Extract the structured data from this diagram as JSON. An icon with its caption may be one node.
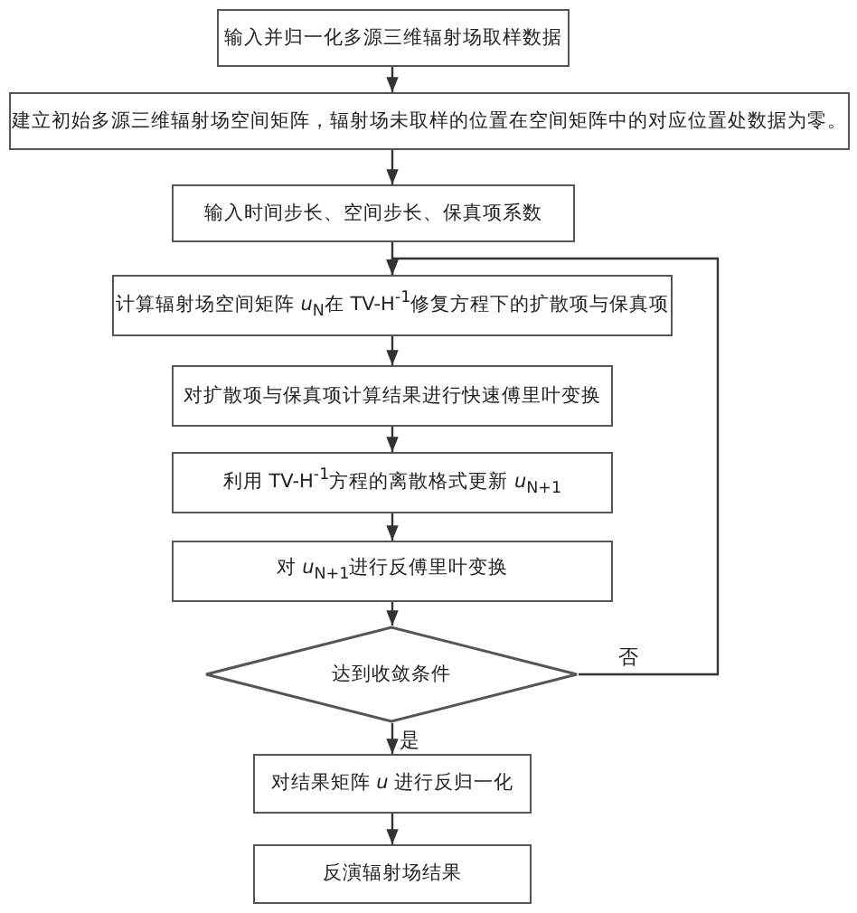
{
  "diagram": {
    "nodes": [
      {
        "text": [
          "输入并归一化多源三维辐射场取样数据"
        ]
      },
      {
        "text": [
          "建立初始多源三维辐射场空间矩阵，辐射场未取样的位置在空间矩阵中的对应位置处数据为零。"
        ]
      },
      {
        "text": [
          "输入时间步长、空间步长、保真项系数"
        ]
      },
      {
        "text": [
          "计算辐射场空间矩阵 *u*$_{N}$在 TV-H$^{-1}$修复方程下的扩散项与保真项"
        ]
      },
      {
        "text": [
          "对扩散项与保真项计算结果进行快速傅里叶变换"
        ]
      },
      {
        "text": [
          "利用 TV-H$^{-1}$方程的离散格式更新 *u*$_{N+1}$"
        ]
      },
      {
        "text": [
          "对 *u*$_{N+1}$进行反傅里叶变换"
        ]
      },
      {
        "text": [
          "达到收敛条件"
        ]
      },
      {
        "text": [
          "对结果矩阵 *u* 进行反归一化"
        ]
      },
      {
        "text": [
          "反演辐射场结果"
        ]
      }
    ],
    "edges": [
      {
        "from": 0,
        "to": 1,
        "arrow": "to"
      },
      {
        "from": 1,
        "to": 2,
        "arrow": "to"
      },
      {
        "from": 2,
        "to": 3,
        "arrow": "to"
      },
      {
        "from": 3,
        "to": 4,
        "arrow": "to"
      },
      {
        "from": 4,
        "to": 5,
        "arrow": "to"
      },
      {
        "from": 5,
        "to": 6,
        "arrow": "to"
      },
      {
        "from": 6,
        "to": 7,
        "arrow": "to"
      },
      {
        "from": 7,
        "to": 3,
        "arrow": "to",
        "label": "否"
      },
      {
        "from": 7,
        "to": 8,
        "arrow": "to",
        "label": "是"
      },
      {
        "from": 8,
        "to": 9,
        "arrow": "to"
      }
    ]
  }
}
